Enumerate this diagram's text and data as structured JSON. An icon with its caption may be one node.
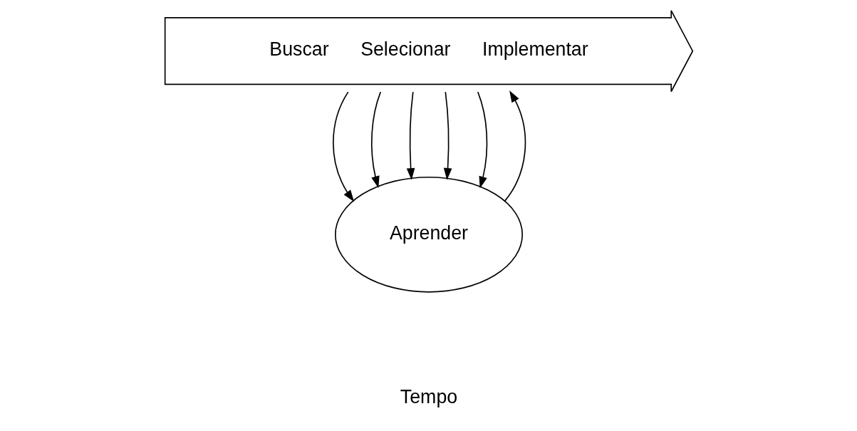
{
  "diagram": {
    "nodes": [
      {
        "text": [
          "Buscar",
          "Selecionar",
          "Implementar"
        ]
      },
      {
        "text": [
          "Aprender"
        ]
      }
    ],
    "edges": [
      {
        "from": 0,
        "to": 1,
        "arrow": "to"
      },
      {
        "from": 0,
        "to": 1,
        "arrow": "to"
      },
      {
        "from": 0,
        "to": 1,
        "arrow": "to"
      },
      {
        "from": 0,
        "to": 1,
        "arrow": "to"
      },
      {
        "from": 0,
        "to": 1,
        "arrow": "to"
      },
      {
        "from": 1,
        "to": 0,
        "arrow": "to"
      }
    ],
    "labels": [
      "Tempo"
    ]
  }
}
